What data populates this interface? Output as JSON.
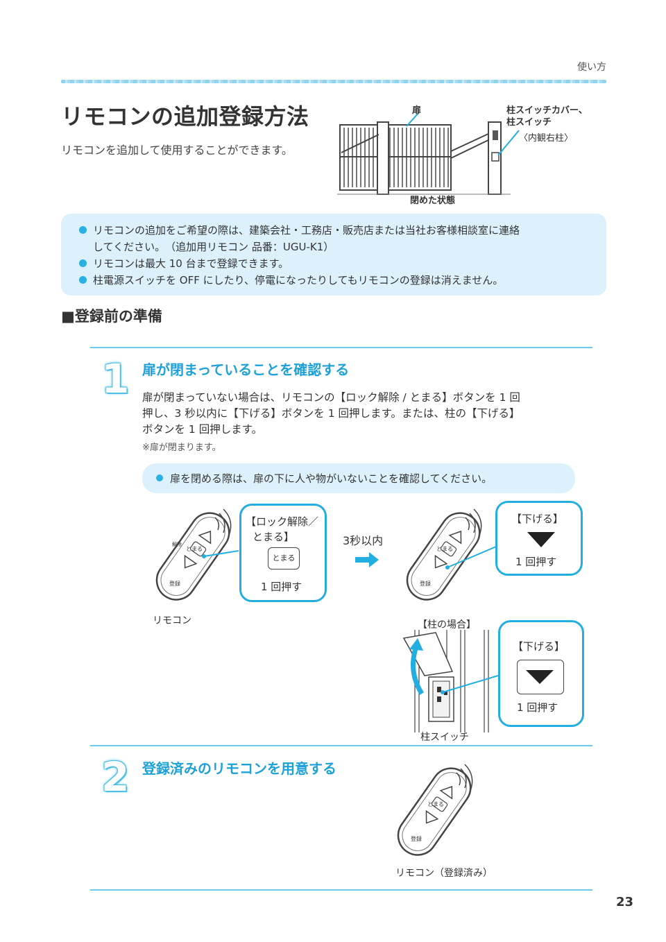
{
  "header": {
    "section": "使い方"
  },
  "title": "リモコンの追加登録方法",
  "intro": "リモコンを追加して使用することができます。",
  "gate_figure": {
    "label_door": "扉",
    "label_cover_line1": "柱スイッチカバー、",
    "label_cover_line2": "柱スイッチ",
    "label_cover_line3": "〈内観右柱〉",
    "label_state": "閉めた状態"
  },
  "notes": [
    "リモコンの追加をご希望の際は、建築会社・工務店・販売店または当社お客様相談室に連絡",
    "してください。　（追加用リモコン 品番：UGU-K1）",
    "リモコンは最大 10 台まで登録できます。",
    "柱電源スイッチを OFF にしたり、停電になったりしてもリモコンの登録は消えません。"
  ],
  "section_heading": "■登録前の準備",
  "step1": {
    "number": "1",
    "title": "扉が閉まっていることを確認する",
    "body_line1": "扉が閉まっていない場合は、リモコンの【ロック解除 / とまる】ボタンを 1 回",
    "body_line2": "押し、3 秒以内に【下げる】ボタンを 1 回押します。または、柱の【下げる】",
    "body_line3": "ボタンを 1 回押します。",
    "note": "※扉が閉まります。",
    "caution": "扉を閉める際は、扉の下に人や物がいないことを確認してください。",
    "callout_unlock_line1": "【ロック解除／",
    "callout_unlock_line2": "とまる】",
    "callout_unlock_button": "とまる",
    "press_once": "1 回押す",
    "within_3s": "3秒以内",
    "callout_down_title": "【下げる】",
    "remote_caption": "リモコン",
    "pillar_case": "【柱の場合】",
    "pillar_switch_caption": "柱スイッチ",
    "remote_btn_stop": "とまる",
    "remote_btn_unlock": "解除",
    "remote_btn_reg": "登録"
  },
  "step2": {
    "number": "2",
    "title": "登録済みのリモコンを用意する",
    "remote_caption": "リモコン（登録済み）"
  },
  "page_number": "23",
  "colors": {
    "accent": "#22aee0",
    "note_bg": "#dcf1fb",
    "heading_blue": "#1ea1d9"
  }
}
